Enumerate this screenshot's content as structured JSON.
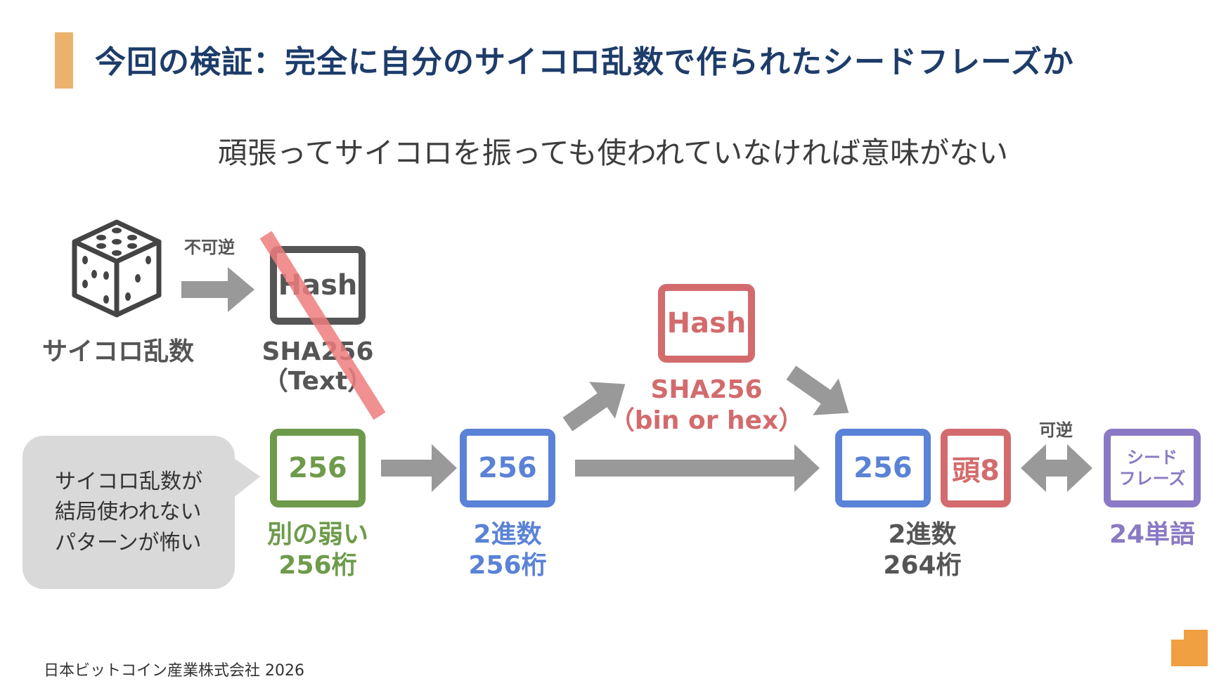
{
  "title": "今回の検証：完全に自分のサイコロ乱数で作られたシードフレーズか",
  "subtitle": "頑張ってサイコロを振っても使われていなければ意味がない",
  "dice": {
    "label": "サイコロ乱数",
    "icon": "dice-icon"
  },
  "irreversible_label": "不可逆",
  "reversible_label": "可逆",
  "hash_text": {
    "box": "Hash",
    "label_line1": "SHA256",
    "label_line2": "（Text）"
  },
  "hash_bin": {
    "box": "Hash",
    "label_line1": "SHA256",
    "label_line2": "（bin or hex）"
  },
  "weak_256": {
    "box": "256",
    "label_line1": "別の弱い",
    "label_line2": "256桁"
  },
  "binary_256": {
    "box": "256",
    "label_line1": "2進数",
    "label_line2": "256桁"
  },
  "binary_264": {
    "box": "256",
    "checksum_box": "頭8",
    "label_line1": "2進数",
    "label_line2": "264桁"
  },
  "seed_phrase": {
    "box_line1": "シード",
    "box_line2": "フレーズ",
    "label": "24単語"
  },
  "callout": {
    "line1": "サイコロ乱数が",
    "line2": "結局使われない",
    "line3": "パターンが怖い"
  },
  "footer": "日本ビットコイン産業株式会社 2026",
  "colors": {
    "accent": "#ebb26e",
    "title": "#1d3c6a",
    "gray": "#555555",
    "red": "#d36b6d",
    "green": "#6e9b4b",
    "blue": "#5a82d6",
    "purple": "#8a79c4",
    "arrow": "#999999",
    "logo": "#f0a040"
  }
}
